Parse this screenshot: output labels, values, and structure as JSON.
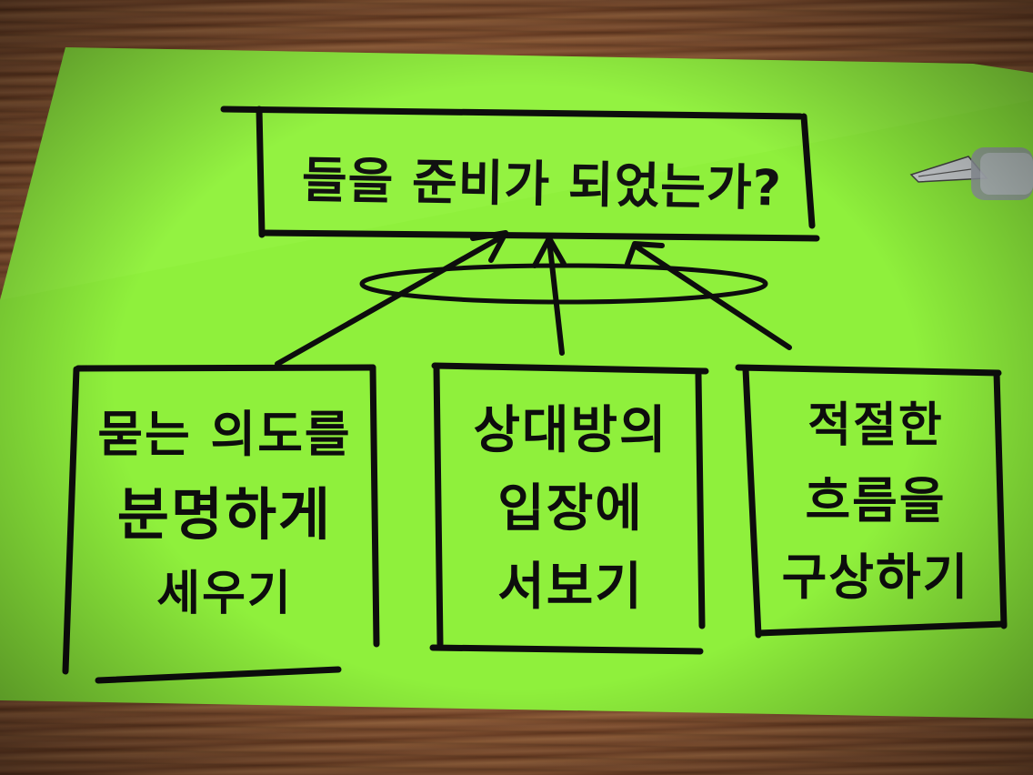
{
  "top_box": {
    "text": "들을 준비가 되었는가?"
  },
  "boxes": [
    {
      "lines": [
        "묻는 의도를",
        "분명하게",
        "세우기"
      ]
    },
    {
      "lines": [
        "상대방의",
        "입장에",
        "서보기"
      ]
    },
    {
      "lines": [
        "적절한",
        "흐름을",
        "구상하기"
      ]
    }
  ],
  "colors": {
    "note": "#8ff03c",
    "ink": "#0d0d0d",
    "desk": "#7a4a2c"
  }
}
